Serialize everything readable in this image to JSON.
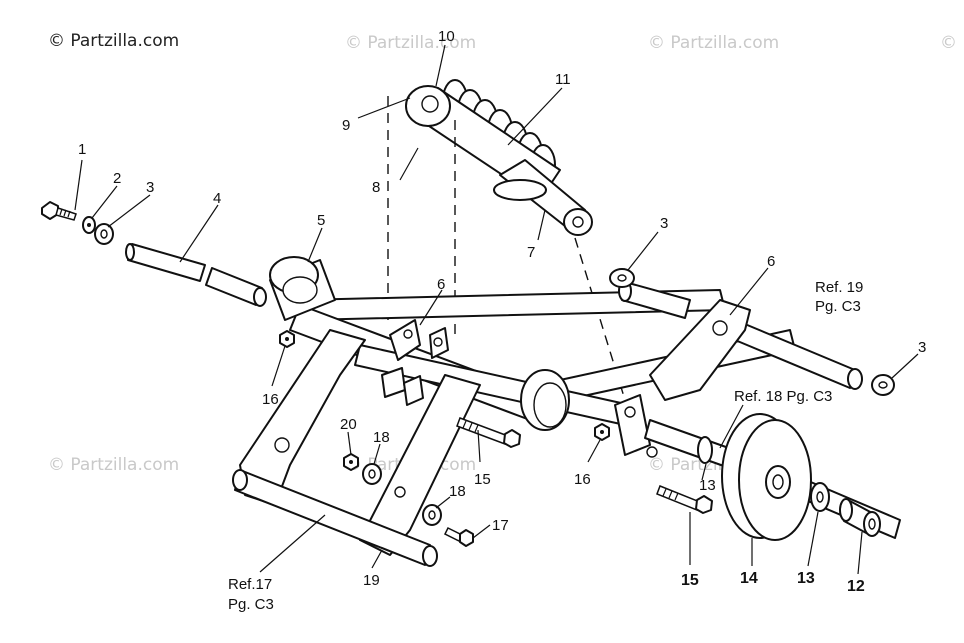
{
  "watermarks": {
    "primary": "© Partzilla.com",
    "faded": "© Partzilla.com"
  },
  "callouts": [
    {
      "id": "c1",
      "text": "1"
    },
    {
      "id": "c2",
      "text": "2"
    },
    {
      "id": "c3a",
      "text": "3"
    },
    {
      "id": "c4",
      "text": "4"
    },
    {
      "id": "c5",
      "text": "5"
    },
    {
      "id": "c6a",
      "text": "6"
    },
    {
      "id": "c7",
      "text": "7"
    },
    {
      "id": "c8",
      "text": "8"
    },
    {
      "id": "c9",
      "text": "9"
    },
    {
      "id": "c10",
      "text": "10"
    },
    {
      "id": "c11",
      "text": "11"
    },
    {
      "id": "c3b",
      "text": "3"
    },
    {
      "id": "c6b",
      "text": "6"
    },
    {
      "id": "c3c",
      "text": "3"
    },
    {
      "id": "c16a",
      "text": "16"
    },
    {
      "id": "c20",
      "text": "20"
    },
    {
      "id": "c18a",
      "text": "18"
    },
    {
      "id": "c15a",
      "text": "15"
    },
    {
      "id": "c16b",
      "text": "16"
    },
    {
      "id": "c18b",
      "text": "18"
    },
    {
      "id": "c17",
      "text": "17"
    },
    {
      "id": "c19",
      "text": "19"
    },
    {
      "id": "c13a",
      "text": "13"
    },
    {
      "id": "c15b",
      "text": "15"
    },
    {
      "id": "c14",
      "text": "14"
    },
    {
      "id": "c13b",
      "text": "13"
    },
    {
      "id": "c12",
      "text": "12"
    }
  ],
  "references": {
    "ref19_line1": "Ref. 19",
    "ref19_line2": "Pg. C3",
    "ref18": "Ref. 18 Pg. C3",
    "ref17_line1": "Ref.17",
    "ref17_line2": "Pg. C3"
  }
}
